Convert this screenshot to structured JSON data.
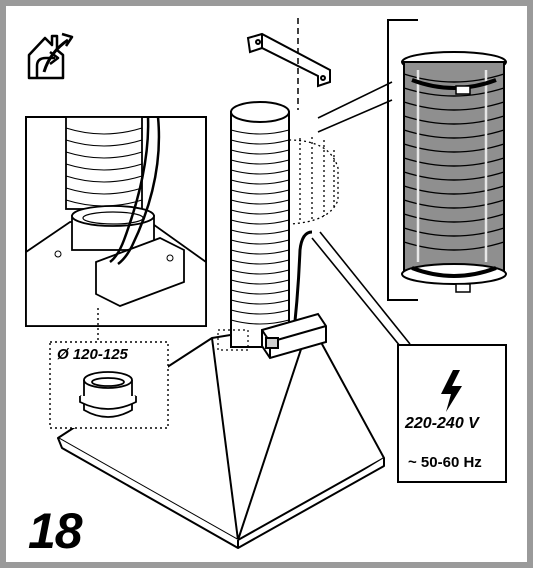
{
  "step_number": "18",
  "duct_diameter": "Ø 120-125",
  "voltage": "220-240 V",
  "frequency": "~ 50-60 Hz",
  "icons": {
    "mode": "ducted-exhaust-house-icon",
    "power": "lightning-bolt-icon"
  },
  "colors": {
    "ink": "#000000",
    "frame": "#9a9a9a",
    "hose_fill": "#8f8f8f",
    "paper": "#ffffff"
  }
}
